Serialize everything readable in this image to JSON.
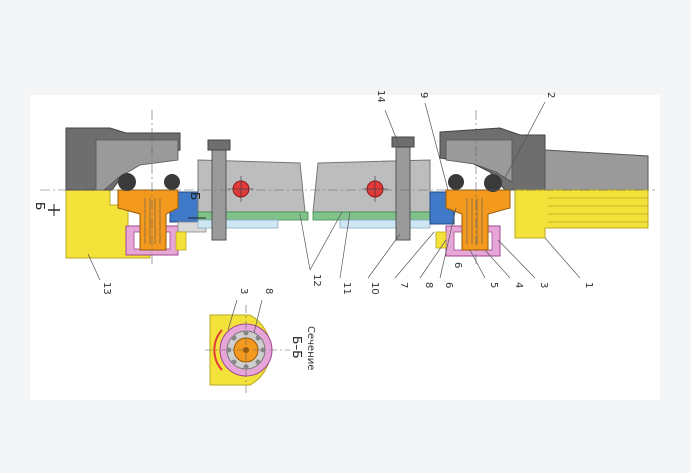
{
  "labels": {
    "n1": "1",
    "n2": "2",
    "n3a": "3",
    "n3b": "3",
    "n4": "4",
    "n5": "5",
    "n6a": "6",
    "n6b": "6",
    "n7": "7",
    "n8a": "8",
    "n8b": "8",
    "n9": "9",
    "n10": "10",
    "n11": "11",
    "n12": "12",
    "n13": "13",
    "n14": "14"
  },
  "section": {
    "marker_left": "Б",
    "marker_mid": "Б",
    "title": "Сечение",
    "name": "Б–Б"
  },
  "colors": {
    "fork_yellow": "#f2e23a",
    "bearing_orange": "#f39a1e",
    "seal_pink": "#e7a6d8",
    "cap_blue": "#3f79c8",
    "shaft_green": "#7fc28a",
    "steel_dark": "#7d7d7d",
    "steel_light": "#bdbdbd",
    "bolt_red": "#e23a3a"
  }
}
